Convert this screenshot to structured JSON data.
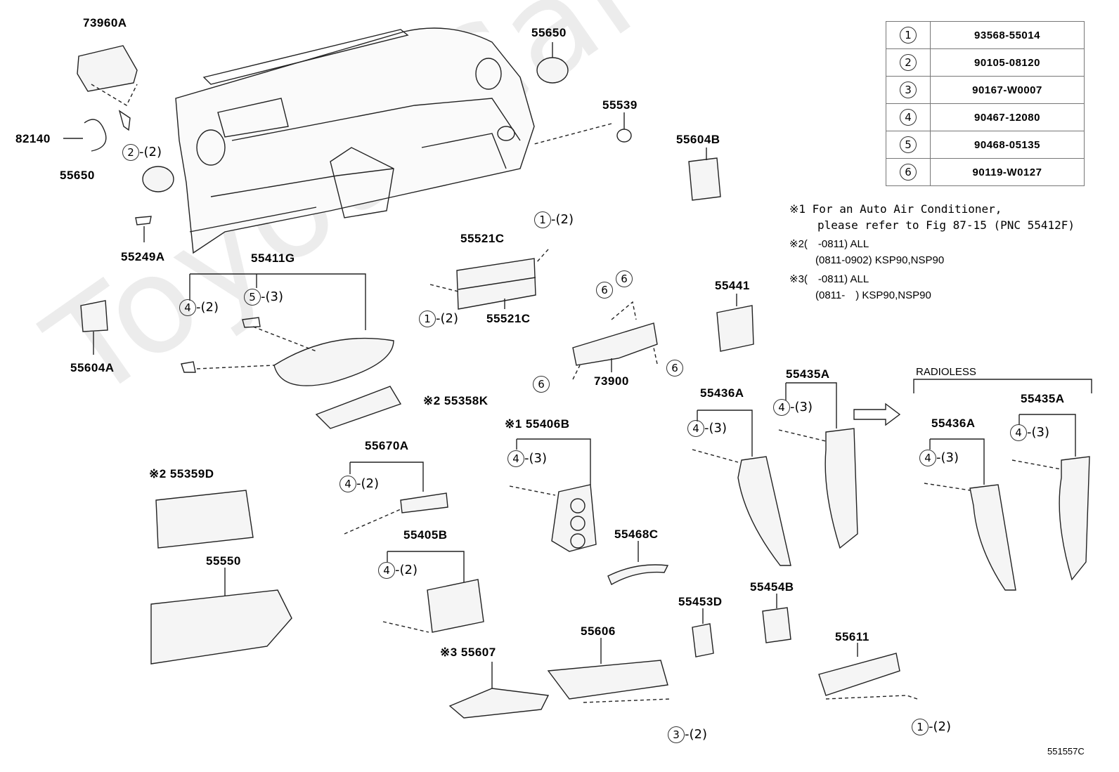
{
  "watermark": "ToyotaCarMiner",
  "diagram_code": "551557C",
  "radioless_label": "RADIOLESS",
  "table": [
    {
      "n": "1",
      "part": "93568-55014"
    },
    {
      "n": "2",
      "part": "90105-08120"
    },
    {
      "n": "3",
      "part": "90167-W0007"
    },
    {
      "n": "4",
      "part": "90467-12080"
    },
    {
      "n": "5",
      "part": "90468-05135"
    },
    {
      "n": "6",
      "part": "90119-W0127"
    }
  ],
  "notes": {
    "n1a": "※1 For an Auto Air Conditioner,",
    "n1b": "please refer to Fig 87-15 (PNC 55412F)",
    "n2a": "※2(　-0811) ALL",
    "n2b": "(0811-0902) KSP90,NSP90",
    "n3a": "※3(　-0811) ALL",
    "n3b": "(0811-　) KSP90,NSP90"
  },
  "labels": {
    "p73960A": "73960A",
    "p82140": "82140",
    "p55650a": "55650",
    "p55650b": "55650",
    "p55539": "55539",
    "p55604B": "55604B",
    "p55249A": "55249A",
    "p55411G": "55411G",
    "p55604A": "55604A",
    "p55521Ca": "55521C",
    "p55521Cb": "55521C",
    "p55441": "55441",
    "p73900": "73900",
    "p55358K": "※2 55358K",
    "p55406B": "※1 55406B",
    "p55436A": "55436A",
    "p55435A": "55435A",
    "p55436A2": "55436A",
    "p55435A2": "55435A",
    "p55670A": "55670A",
    "p55359D": "※2 55359D",
    "p55405B": "55405B",
    "p55468C": "55468C",
    "p55550": "55550",
    "p55454B": "55454B",
    "p55453D": "55453D",
    "p55606": "55606",
    "p55611": "55611",
    "p55607": "※3 55607"
  },
  "callouts": {
    "c2_2": {
      "n": "2",
      "q": "-(2)"
    },
    "c1_2a": {
      "n": "1",
      "q": "-(2)"
    },
    "c1_2b": {
      "n": "1",
      "q": "-(2)"
    },
    "c4_2a": {
      "n": "4",
      "q": "-(2)"
    },
    "c5_3": {
      "n": "5",
      "q": "-(3)"
    },
    "c6a": {
      "n": "6",
      "q": ""
    },
    "c6b": {
      "n": "6",
      "q": ""
    },
    "c6c": {
      "n": "6",
      "q": ""
    },
    "c6d": {
      "n": "6",
      "q": ""
    },
    "c4_3a": {
      "n": "4",
      "q": "-(3)"
    },
    "c4_3b": {
      "n": "4",
      "q": "-(3)"
    },
    "c4_3c": {
      "n": "4",
      "q": "-(3)"
    },
    "c4_3d": {
      "n": "4",
      "q": "-(3)"
    },
    "c4_3e": {
      "n": "4",
      "q": "-(3)"
    },
    "c4_2b": {
      "n": "4",
      "q": "-(2)"
    },
    "c4_2c": {
      "n": "4",
      "q": "-(2)"
    },
    "c3_2": {
      "n": "3",
      "q": "-(2)"
    },
    "c1_2c": {
      "n": "1",
      "q": "-(2)"
    }
  }
}
